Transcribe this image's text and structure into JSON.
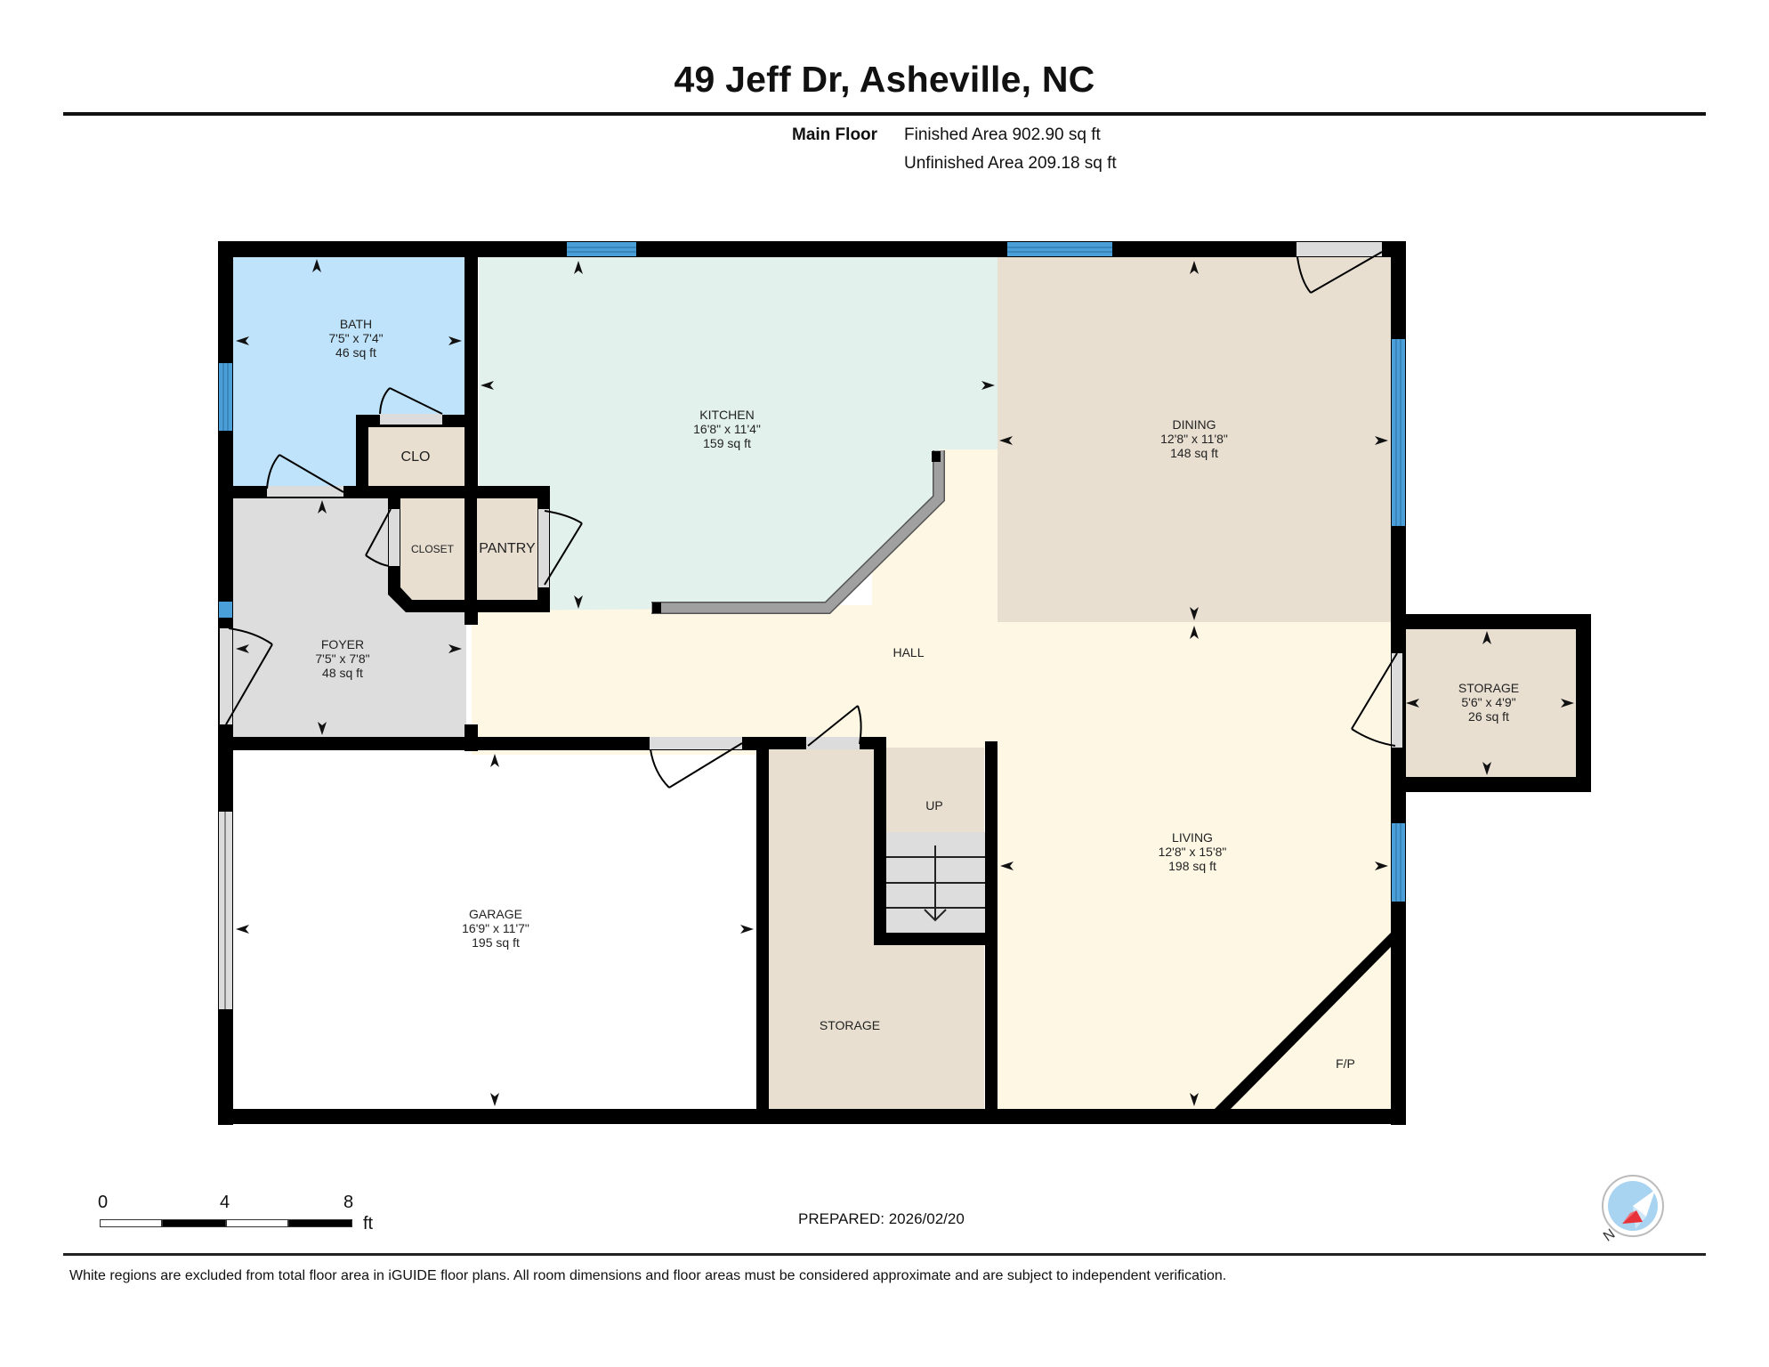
{
  "header": {
    "title": "49 Jeff Dr, Asheville, NC",
    "floor_label": "Main Floor",
    "finished_area": "Finished Area 902.90 sq ft",
    "unfinished_area": "Unfinished Area 209.18 sq ft"
  },
  "colors": {
    "wall": "#000000",
    "window": "#4a9fd8",
    "bath": "#bfe3fa",
    "kitchen": "#e3f1ec",
    "dining": "#e8dfd1",
    "hall": "#fdf7e4",
    "foyer": "#dddddd",
    "closet": "#e8dfd1",
    "storage": "#e8dfd1",
    "garage": "#ffffff",
    "stairs": "#dddddd",
    "counter": "#a0a0a0",
    "door_threshold": "#dcdcdc"
  },
  "rooms": {
    "bath": {
      "name": "BATH",
      "dims": "7'5\" x 7'4\"",
      "area": "46 sq ft"
    },
    "clo": {
      "name": "CLO"
    },
    "closet": {
      "name": "CLOSET"
    },
    "pantry": {
      "name": "PANTRY"
    },
    "kitchen": {
      "name": "KITCHEN",
      "dims": "16'8\" x 11'4\"",
      "area": "159 sq ft"
    },
    "dining": {
      "name": "DINING",
      "dims": "12'8\" x 11'8\"",
      "area": "148 sq ft"
    },
    "foyer": {
      "name": "FOYER",
      "dims": "7'5\" x 7'8\"",
      "area": "48 sq ft"
    },
    "hall": {
      "name": "HALL"
    },
    "storage_right": {
      "name": "STORAGE",
      "dims": "5'6\" x 4'9\"",
      "area": "26 sq ft"
    },
    "garage": {
      "name": "GARAGE",
      "dims": "16'9\" x 11'7\"",
      "area": "195 sq ft"
    },
    "storage_lower": {
      "name": "STORAGE"
    },
    "stairs": {
      "name": "UP"
    },
    "living": {
      "name": "LIVING",
      "dims": "12'8\" x 15'8\"",
      "area": "198 sq ft"
    },
    "fireplace": {
      "name": "F/P"
    }
  },
  "scale_bar": {
    "ticks": [
      "0",
      "4",
      "8"
    ],
    "unit": "ft"
  },
  "footer": {
    "prepared": "PREPARED: 2026/02/20",
    "disclaimer": "White regions are excluded from total floor area in iGUIDE floor plans. All room dimensions and floor areas must be considered approximate and are subject to independent verification.",
    "compass_label": "N"
  }
}
